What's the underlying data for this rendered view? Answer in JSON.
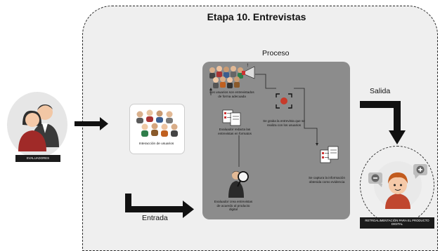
{
  "title": "Etapa 10. Entrevistas",
  "labels": {
    "proceso": "Proceso",
    "salida": "Salida",
    "entrada": "Entrada"
  },
  "nodes": {
    "evaluadores": "EVALUADORES",
    "interaccion": "Interacción de usuarios",
    "usuarios_entrevistados": "Los usuarios son entrevistados de forma adecuada",
    "grabacion": "Se graba la entrevista que se realiza con los usuarios",
    "redacta": "Evaluador redacta las entrevistas en formatos",
    "captura": "Se captura la información obtenida como evidencia",
    "crea": "Evaluador crea entrevistas de acuerdo al producto digital",
    "retroalimentacion": "RETROALIMENTACIÓN PARA EL PRODUCTO DIGITAL"
  }
}
